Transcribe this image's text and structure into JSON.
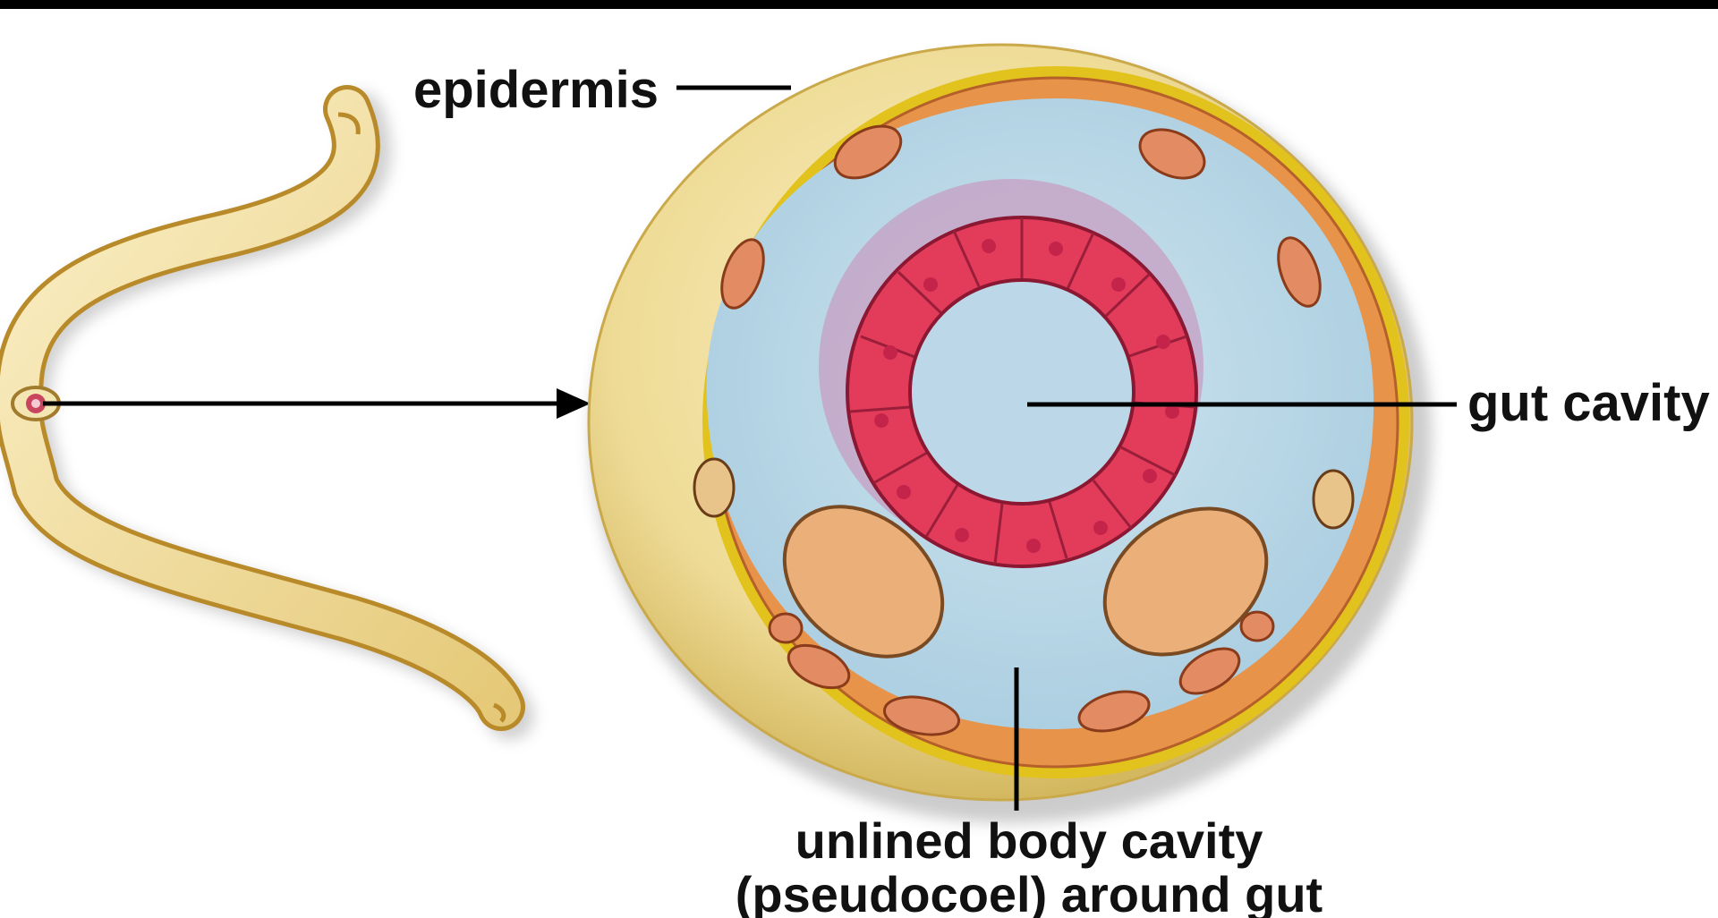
{
  "labels": {
    "epidermis": "epidermis",
    "gut_cavity": "gut cavity",
    "body_cavity_line1": "unlined body cavity",
    "body_cavity_line2": "(pseudocoel) around gut"
  },
  "colors": {
    "background": "#ffffff",
    "frame": "#000000",
    "worm_body": "#f0dc9a",
    "worm_outline": "#b88a2a",
    "epidermis": "#eedb96",
    "outer_yellow_ring": "#e2c21c",
    "muscle_layer": "#e7934a",
    "pseudocoel": "#b8d6e6",
    "gut_cells": "#e23c5a",
    "gut_lumen": "#bcd8e8",
    "gonad": "#ebb07a",
    "leader_lines": "#000000"
  }
}
